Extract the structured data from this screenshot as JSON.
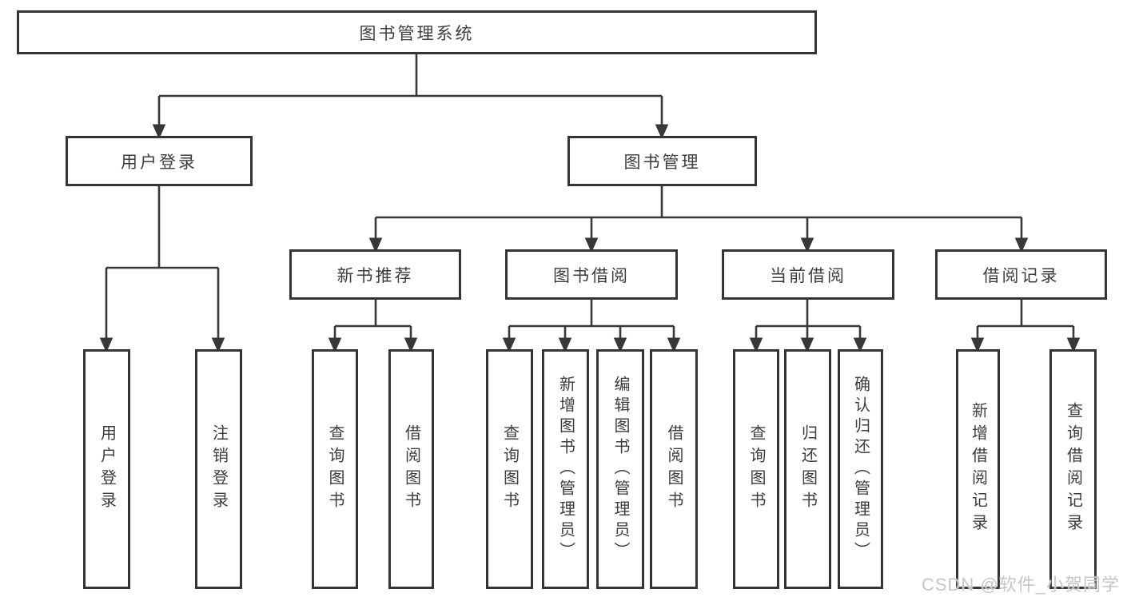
{
  "colors": {
    "line": "#383838",
    "box_border": "#353535",
    "text": "#3d3d3d",
    "watermark": "#c6c6c6",
    "background": "#ffffff"
  },
  "watermark": "CSDN @软件_小贺同学",
  "tree": {
    "label": "图书管理系统",
    "children": [
      {
        "label": "用户登录",
        "children": [
          {
            "label": "用户登录"
          },
          {
            "label": "注销登录"
          }
        ]
      },
      {
        "label": "图书管理",
        "children": [
          {
            "label": "新书推荐",
            "children": [
              {
                "label": "查询图书"
              },
              {
                "label": "借阅图书"
              }
            ]
          },
          {
            "label": "图书借阅",
            "children": [
              {
                "label": "查询图书"
              },
              {
                "label": "新增图书（管理员）"
              },
              {
                "label": "编辑图书（管理员）"
              },
              {
                "label": "借阅图书"
              }
            ]
          },
          {
            "label": "当前借阅",
            "children": [
              {
                "label": "查询图书"
              },
              {
                "label": "归还图书"
              },
              {
                "label": "确认归还（管理员）"
              }
            ]
          },
          {
            "label": "借阅记录",
            "children": [
              {
                "label": "新增借阅记录"
              },
              {
                "label": "查询借阅记录"
              }
            ]
          }
        ]
      }
    ]
  }
}
